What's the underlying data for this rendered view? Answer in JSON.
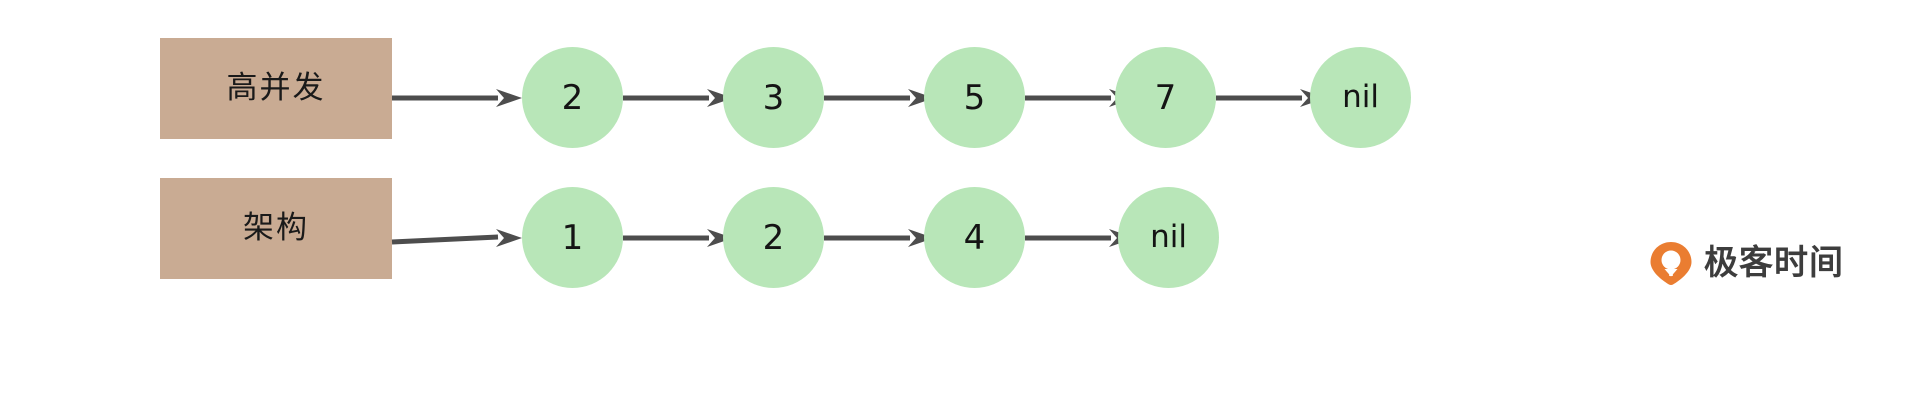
{
  "diagram": {
    "type": "linked-list",
    "title": "",
    "colors": {
      "head_box_fill": "#c9ab93",
      "node_fill": "#b8e6b8",
      "arrow_stroke": "#4d4d4d",
      "text": "#141414",
      "background": "#ffffff",
      "watermark_accent": "#ea7d31",
      "watermark_text": "#3d3d3d"
    },
    "rows": [
      {
        "head": {
          "label": "高并发"
        },
        "nodes": [
          {
            "label": "2",
            "kind": "value"
          },
          {
            "label": "3",
            "kind": "value"
          },
          {
            "label": "5",
            "kind": "value"
          },
          {
            "label": "7",
            "kind": "value"
          },
          {
            "label": "nil",
            "kind": "terminator"
          }
        ]
      },
      {
        "head": {
          "label": "架构"
        },
        "nodes": [
          {
            "label": "1",
            "kind": "value"
          },
          {
            "label": "2",
            "kind": "value"
          },
          {
            "label": "4",
            "kind": "value"
          },
          {
            "label": "nil",
            "kind": "terminator"
          }
        ]
      }
    ]
  },
  "watermark": {
    "text": "极客时间",
    "icon": "location-pin-icon"
  }
}
